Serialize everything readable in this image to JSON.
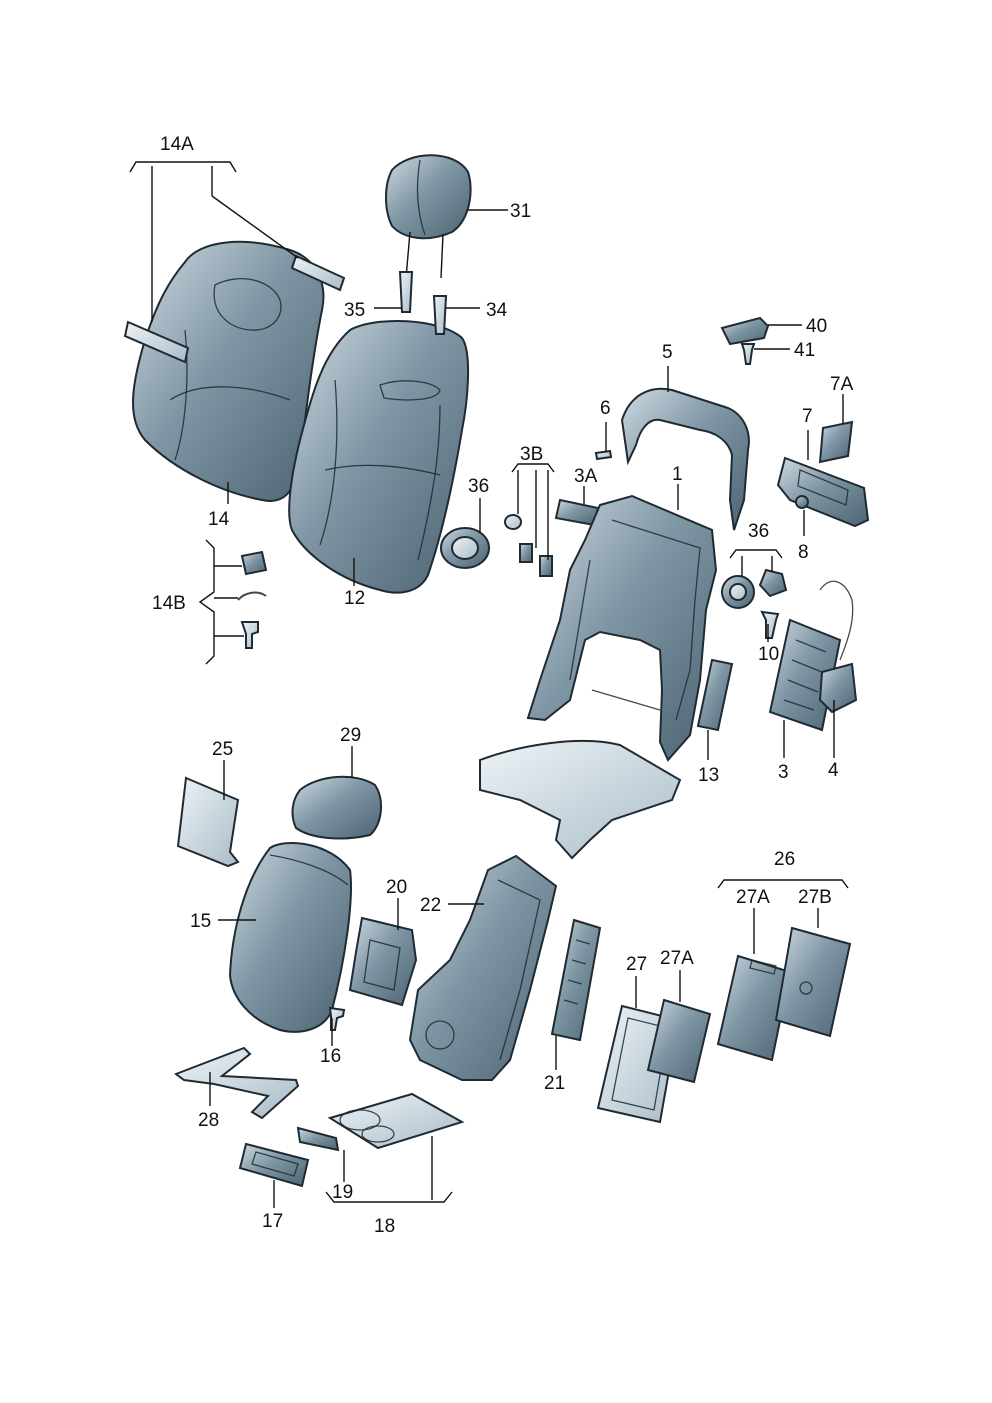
{
  "diagram": {
    "labels": {
      "l14A": "14A",
      "l31": "31",
      "l35": "35",
      "l34": "34",
      "l40": "40",
      "l41": "41",
      "l5": "5",
      "l7A": "7A",
      "l6": "6",
      "l7": "7",
      "l3B": "3B",
      "l3A": "3A",
      "l36a": "36",
      "l1": "1",
      "l14": "14",
      "l36b": "36",
      "l8": "8",
      "l14B": "14B",
      "l12": "12",
      "l10": "10",
      "l25": "25",
      "l29": "29",
      "l13": "13",
      "l3": "3",
      "l4": "4",
      "l26": "26",
      "l20": "20",
      "l22": "22",
      "l15": "15",
      "l27A": "27A",
      "l27B": "27B",
      "l27": "27",
      "l27A2": "27A",
      "l16": "16",
      "l21": "21",
      "l28": "28",
      "l19": "19",
      "l17": "17",
      "l18": "18"
    },
    "colors": {
      "part_dark": "#6f8694",
      "part_light": "#c9d6de",
      "outline": "#1f2a33"
    }
  }
}
